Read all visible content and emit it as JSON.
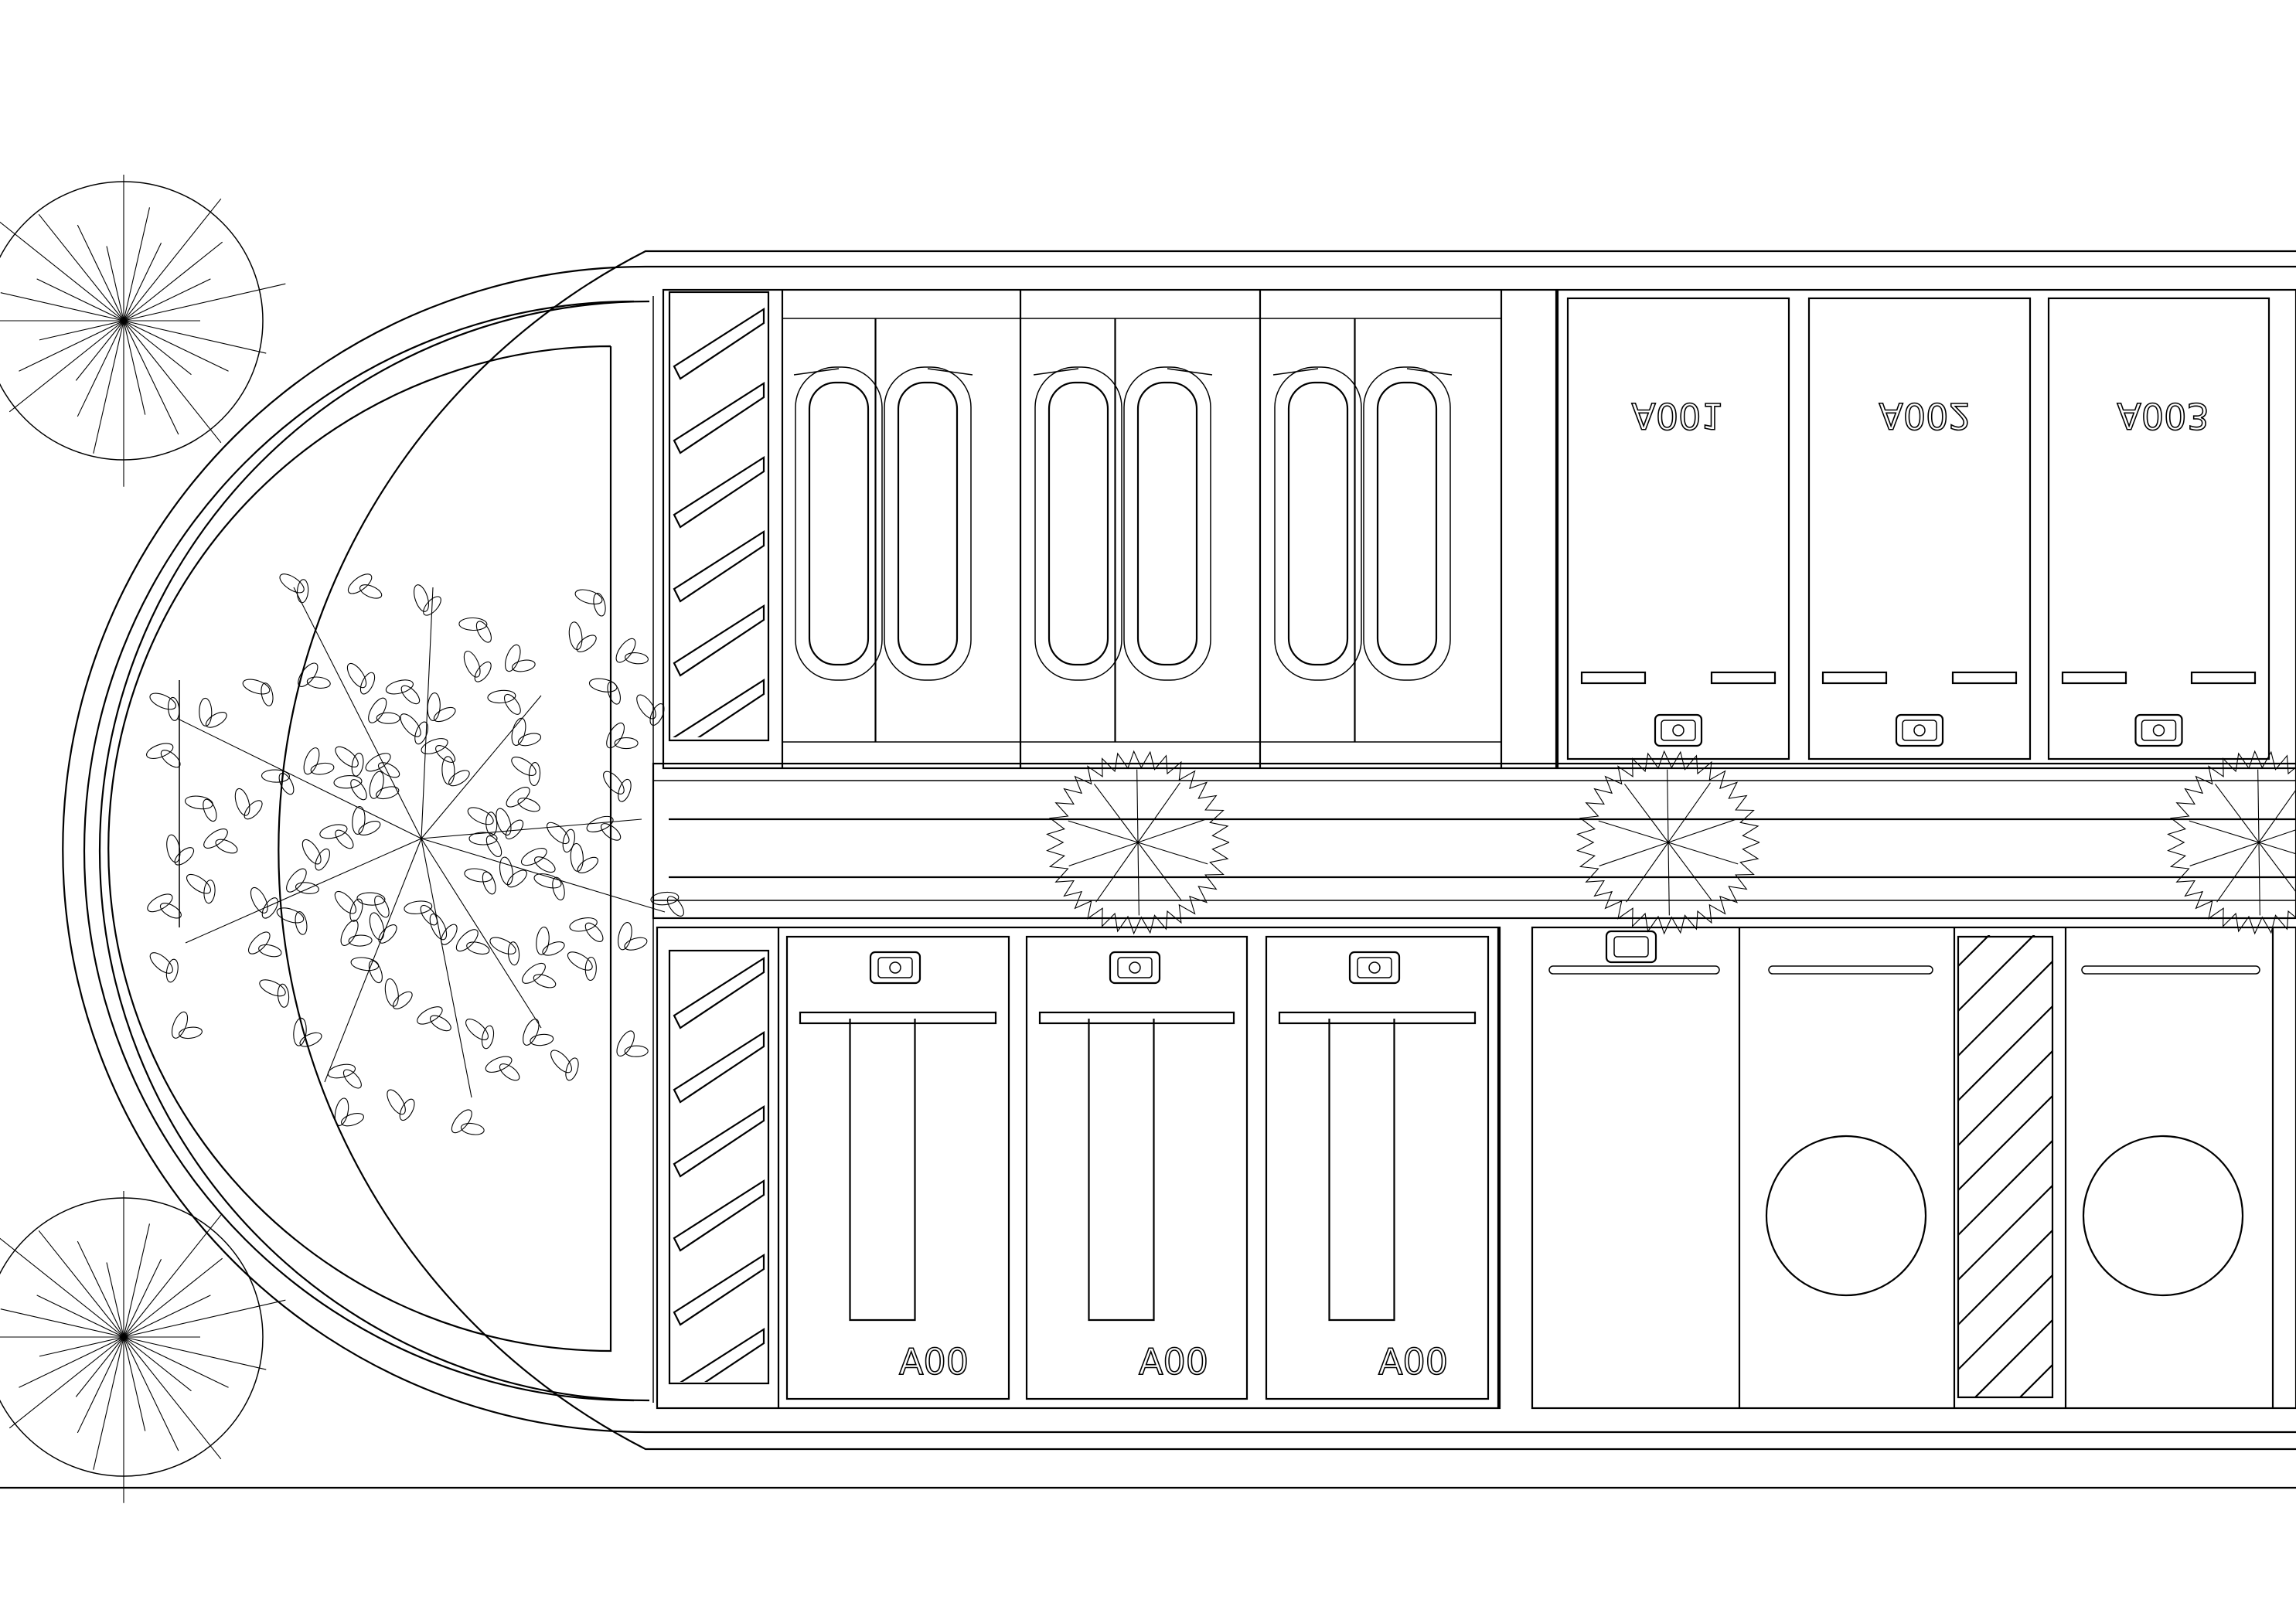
{
  "plan": {
    "stalls_top": [
      {
        "label": "A001"
      },
      {
        "label": "A002"
      },
      {
        "label": "A003"
      }
    ],
    "stalls_bottom": [
      {
        "label": "A00"
      },
      {
        "label": "A00"
      },
      {
        "label": "A00"
      }
    ]
  }
}
